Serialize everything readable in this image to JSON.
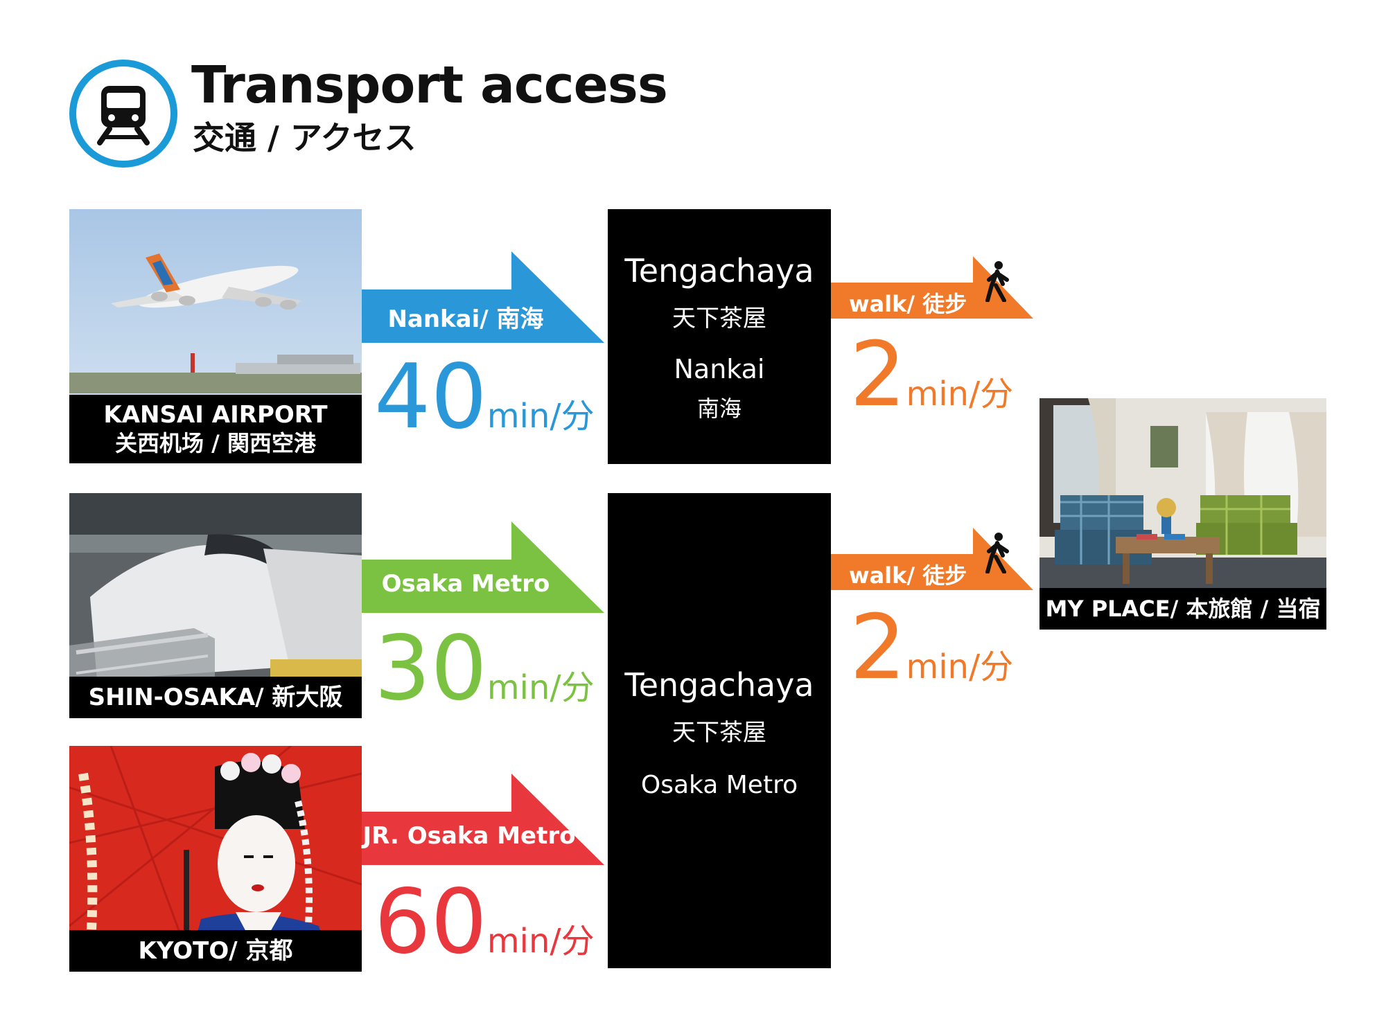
{
  "header": {
    "title": "Transport access",
    "subtitle": "交通 / アクセス",
    "icon": "train-icon",
    "accent": "#1a9ad6"
  },
  "origins": [
    {
      "name": "KANSAI AIRPORT",
      "name_local": "关西机场 / 関西空港",
      "image": "airplane-photo"
    },
    {
      "name": "SHIN-OSAKA/ 新大阪",
      "image": "shinkansen-photo"
    },
    {
      "name": "KYOTO/ 京都",
      "image": "geisha-photo"
    }
  ],
  "routes": [
    {
      "line": "Nankai/ 南海",
      "time": "40",
      "unit": "min/分",
      "color": "#2a98d8"
    },
    {
      "line": "Osaka Metro",
      "time": "30",
      "unit": "min/分",
      "color": "#7cc242"
    },
    {
      "line": "JR. Osaka Metro",
      "time": "60",
      "unit": "min/分",
      "color": "#e8383d"
    }
  ],
  "stations": [
    {
      "name": "Tengachaya",
      "name_local": "天下茶屋",
      "line": "Nankai",
      "line_local": "南海"
    },
    {
      "name": "Tengachaya",
      "name_local": "天下茶屋",
      "line": "Osaka Metro"
    }
  ],
  "walks": [
    {
      "label": "walk/ 徒步",
      "time": "2",
      "unit": "min/分",
      "color": "#f07a29",
      "icon": "walking-person-icon"
    },
    {
      "label": "walk/ 徒步",
      "time": "2",
      "unit": "min/分",
      "color": "#f07a29",
      "icon": "walking-person-icon"
    }
  ],
  "destination": {
    "name": "MY PLACE/ 本旅館 / 当宿",
    "image": "hotel-room-photo"
  }
}
